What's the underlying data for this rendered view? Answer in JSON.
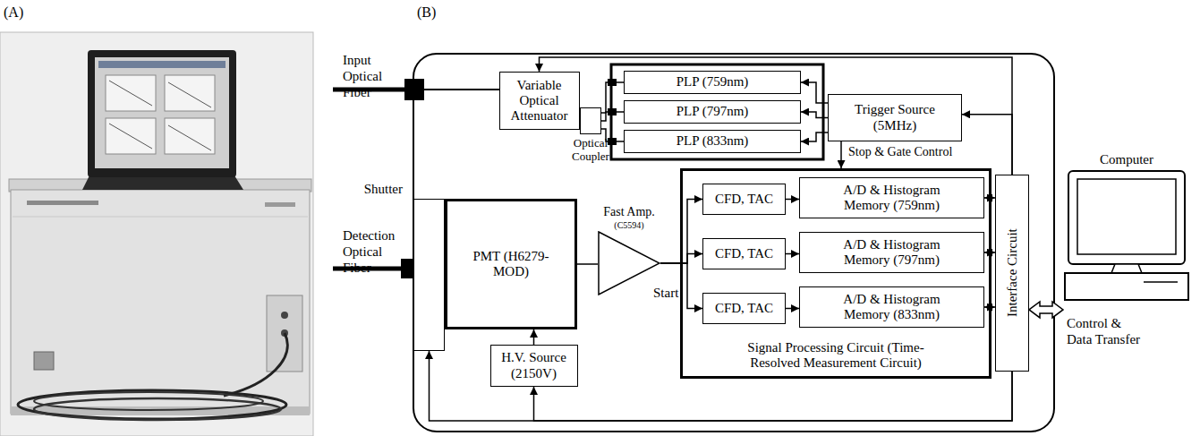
{
  "diagram": {
    "nodes": [
      {
        "text": [
          "Variable Optical Attenuator"
        ]
      },
      {
        "text": [
          "Optical Coupler"
        ]
      },
      {
        "text": [
          "PLP (759nm)"
        ]
      },
      {
        "text": [
          "PLP (797nm)"
        ]
      },
      {
        "text": [
          "PLP (833nm)"
        ]
      },
      {
        "text": [
          "Trigger Source (5MHz)"
        ]
      },
      {
        "text": [
          "Shutter"
        ]
      },
      {
        "text": [
          "PMT (H6279-MOD)"
        ]
      },
      {
        "text": [
          "Fast Amp.",
          "(C5594)"
        ]
      },
      {
        "text": [
          "Signal Processing Circuit (Time-Resolved Measurement Circuit)"
        ]
      },
      {
        "text": [
          "CFD, TAC"
        ],
        "in": 9
      },
      {
        "text": [
          "A/D & Histogram Memory (759nm)"
        ],
        "in": 9
      },
      {
        "text": [
          "CFD, TAC"
        ],
        "in": 9
      },
      {
        "text": [
          "A/D & Histogram Memory (797nm)"
        ],
        "in": 9
      },
      {
        "text": [
          "CFD, TAC"
        ],
        "in": 9
      },
      {
        "text": [
          "A/D & Histogram Memory (833nm)"
        ],
        "in": 9
      },
      {
        "text": [
          "Interface Circuit"
        ]
      },
      {
        "text": [
          "H.V. Source (2150V)"
        ]
      },
      {
        "text": [
          "Computer"
        ]
      }
    ],
    "edges": [
      {
        "from": 0,
        "to": 1,
        "arrow": "none"
      },
      {
        "from": 1,
        "to": 2,
        "arrow": "none"
      },
      {
        "from": 1,
        "to": 3,
        "arrow": "none"
      },
      {
        "from": 1,
        "to": 4,
        "arrow": "none"
      },
      {
        "from": 5,
        "to": 2,
        "arrow": "to"
      },
      {
        "from": 5,
        "to": 3,
        "arrow": "to"
      },
      {
        "from": 5,
        "to": 4,
        "arrow": "to"
      },
      {
        "from": 5,
        "to": 9,
        "arrow": "to"
      },
      {
        "from": 16,
        "to": 0,
        "arrow": "to"
      },
      {
        "from": 16,
        "to": 5,
        "arrow": "to"
      },
      {
        "from": 7,
        "to": 8,
        "arrow": "none"
      },
      {
        "from": 8,
        "to": 10,
        "arrow": "to"
      },
      {
        "from": 8,
        "to": 12,
        "arrow": "to"
      },
      {
        "from": 8,
        "to": 14,
        "arrow": "to"
      },
      {
        "from": 10,
        "to": 11,
        "arrow": "to"
      },
      {
        "from": 12,
        "to": 13,
        "arrow": "to"
      },
      {
        "from": 14,
        "to": 15,
        "arrow": "to"
      },
      {
        "from": 11,
        "to": 16,
        "arrow": "both"
      },
      {
        "from": 13,
        "to": 16,
        "arrow": "both"
      },
      {
        "from": 15,
        "to": 16,
        "arrow": "both"
      },
      {
        "from": 16,
        "to": 18,
        "arrow": "both"
      },
      {
        "from": 17,
        "to": 7,
        "arrow": "to"
      },
      {
        "from": 16,
        "to": 17,
        "arrow": "to"
      },
      {
        "from": 16,
        "to": 6,
        "arrow": "to"
      }
    ],
    "labels": [
      "(A)",
      "(B)",
      "Input Optical Fiber",
      "Detection Optical Fiber",
      "Stop & Gate Control",
      "Start",
      "Control & Data Transfer"
    ]
  }
}
